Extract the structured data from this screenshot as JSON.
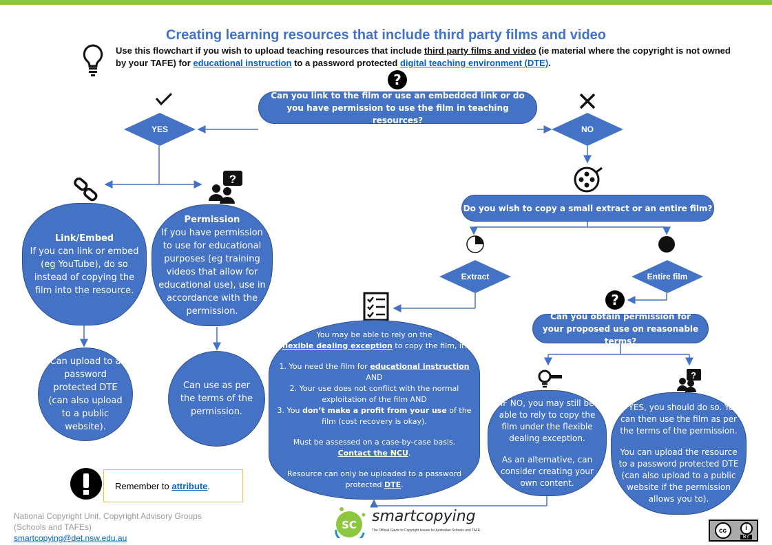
{
  "title": "Creating learning resources that include third party films and video",
  "intro": {
    "t1": "Use this flowchart if you wish to upload teaching resources that include ",
    "link1": "third party films and video",
    "t2": " (ie material where the copyright is not owned by your TAFE) for ",
    "link2": "educational instruction",
    "t3": " to a password protected ",
    "link3": "digital teaching environment (DTE)",
    "t4": "."
  },
  "q1": "Can you link to the film or use an embedded link or do you have permission to use the film in teaching resources?",
  "yes": "YES",
  "no": "NO",
  "link_embed": {
    "heading": "Link/Embed",
    "body": "If you can link or embed (eg YouTube), do so instead of copying the film into the resource."
  },
  "permission": {
    "heading": "Permission",
    "body": "If you have permission to use for educational purposes (eg training videos that allow for educational use), use in accordance with the permission."
  },
  "upload_circle": "Can upload to a password protected DTE (can also upload to a public website).",
  "use_circle": "Can use as per the terms of the permission.",
  "q2": "Do you wish to copy a small extract or an entire film?",
  "extract": "Extract",
  "entire": "Entire film",
  "q3": "Can you obtain permission for your proposed use on reasonable terms?",
  "flex": {
    "l1": "You may be able to rely on the",
    "link": "flexible dealing exception",
    "l2": " to copy the film, if:",
    "i1a": "1. You need the film for ",
    "i1b": "educational instruction",
    "i1c": " AND",
    "i2": "2. Your use does not conflict with the normal exploitation of the film AND",
    "i3a": "3.  You ",
    "i3b": "don’t make a profit from your use",
    "i3c": " of the film (cost recovery is okay).",
    "m1": "Must be assessed on a case-by-case basis.",
    "contact": "Contact the NCU",
    "r1": "Resource can only be uploaded to a password protected ",
    "dte": "DTE"
  },
  "if_no": {
    "p1": "IF NO, you may still be able to rely to copy the film under the flexible dealing exception.",
    "p2": "As an alternative, can consider creating your own content."
  },
  "if_yes": {
    "p1": "IF YES, you should do so. You can then use the film as per the terms of the permission.",
    "p2": "You can upload the resource to a password protected DTE (can also upload to a public website if the permission allows you to)."
  },
  "reminder": {
    "text": "Remember to ",
    "link": "attribute"
  },
  "footer": {
    "org": "National Copyright Unit, Copyright Advisory Groups (Schools and TAFEs)",
    "email": "smartcopying@det.nsw.edu.au"
  },
  "logo": {
    "name": "smartcopying",
    "initials": "SC",
    "tagline": "The Official Guide to Copyright Issues for Australian Schools and TAFE"
  },
  "license": {
    "cc": "cc",
    "by": "BY"
  },
  "colors": {
    "primary": "#4472C4",
    "accent_bar": "#8DC63F",
    "link": "#0563C1",
    "callout_border": "#F4C430"
  }
}
